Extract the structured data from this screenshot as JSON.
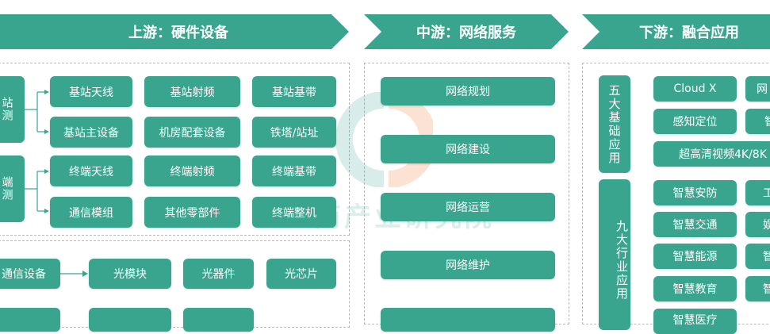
{
  "headers": {
    "upstream": "上游：硬件设备",
    "midstream": "中游：网络服务",
    "downstream": "下游：融合应用"
  },
  "upstream": {
    "group_base_station": "站测",
    "group_terminal": "端测",
    "base_station": [
      "基站天线",
      "基站射频",
      "基站基带",
      "基站主设备",
      "机房配套设备",
      "铁塔/站址"
    ],
    "terminal": [
      "终端天线",
      "终端射频",
      "终端基带",
      "通信模组",
      "其他零部件",
      "终端整机"
    ],
    "optical_source": "通信设备",
    "optical": [
      "光模块",
      "光器件",
      "光芯片"
    ]
  },
  "midstream": {
    "items": [
      "网络规划",
      "网络建设",
      "网络运营",
      "网络维护"
    ]
  },
  "downstream": {
    "five_basic": "五大基础应用",
    "five_basic_items": [
      "Cloud X",
      "网",
      "感知定位",
      "智",
      "超高清视频4K/8K"
    ],
    "nine_industry": "九大行业应用",
    "nine_industry_items": [
      "智慧安防",
      "工",
      "智慧交通",
      "娱",
      "智慧能源",
      "智",
      "智慧教育",
      "智",
      "智慧医疗"
    ]
  },
  "watermark": "商产业研究院"
}
